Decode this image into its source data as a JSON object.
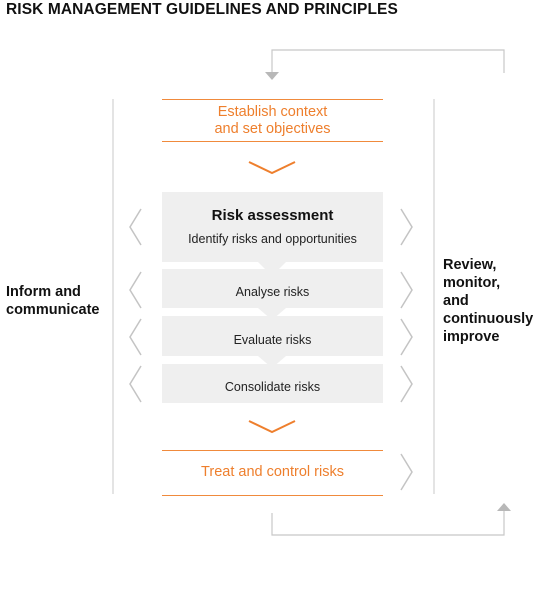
{
  "title": "RISK MANAGEMENT GUIDELINES AND PRINCIPLES",
  "left_label": [
    "Inform and",
    "communicate"
  ],
  "right_label": [
    "Review,",
    "monitor,",
    "and",
    "continuously",
    "improve"
  ],
  "establish": [
    "Establish context",
    "and set objectives"
  ],
  "assessment": {
    "heading": "Risk assessment",
    "subheading": "Identify risks and opportunities"
  },
  "steps": [
    "Analyse risks",
    "Evaluate risks",
    "Consolidate risks"
  ],
  "treat": "Treat and control risks",
  "colors": {
    "accent": "#ee7f2d",
    "box_fill": "#efefef",
    "line": "#c8c8c8"
  }
}
